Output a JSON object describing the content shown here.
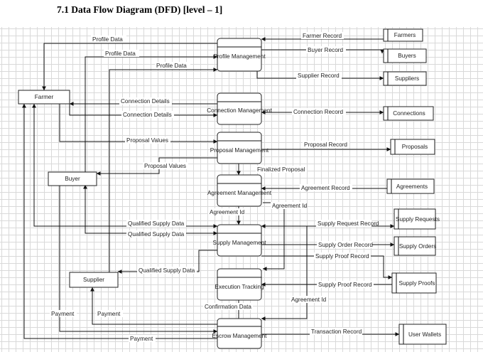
{
  "page_title": "7.1 Data Flow Diagram (DFD) [level – 1]",
  "processes": {
    "profile": "Profile Management",
    "connection": "Connection Management",
    "proposal": "Proposal Management",
    "agreement": "Agreement Management",
    "supply": "Supply Management",
    "execution": "Execution Tracking",
    "escrow": "Escrow Management"
  },
  "entities": {
    "farmer": "Farmer",
    "buyer": "Buyer",
    "supplier": "Supplier"
  },
  "stores": {
    "farmers": "Farmers",
    "buyers": "Buyers",
    "suppliers": "Suppliers",
    "connections": "Connections",
    "proposals": "Proposals",
    "agreements": "Agreements",
    "supply_requests": "Supply Requests",
    "supply_orders": "Supply Orders",
    "supply_proofs": "Supply Proofs",
    "user_wallets": "User Wallets"
  },
  "flows": {
    "profile_data_1": "Profile Data",
    "profile_data_2": "Profile Data",
    "profile_data_3": "Profile Data",
    "farmer_record": "Farmer Record",
    "buyer_record": "Buyer Record",
    "supplier_record": "Supplier Record",
    "connection_details_1": "Connection Details",
    "connection_details_2": "Connection Details",
    "connection_record": "Connection Record",
    "proposal_values_1": "Proposal Values",
    "proposal_values_2": "Proposal Values",
    "proposal_record": "Proposal Record",
    "finalized_proposal": "Finalized Proposal",
    "agreement_record": "Agreement Record",
    "agreement_id_1": "Agreement Id",
    "agreement_id_2": "Agreement Id",
    "agreement_id_3": "Agreement Id",
    "qualified_supply_data_1": "Qualified Supply Data",
    "qualified_supply_data_2": "Qualified Supply Data",
    "qualified_supply_data_3": "Qualified Supply Data",
    "supply_request_record": "Supply Request Record",
    "supply_order_record": "Supply Order Record",
    "supply_proof_record_1": "Supply Proof Record",
    "supply_proof_record_2": "Supply Proof Record",
    "confirmation_data": "Confirmation Data",
    "payment_1": "Payment",
    "payment_2": "Payment",
    "payment_3": "Payment",
    "transaction_record": "Transaction Record"
  }
}
